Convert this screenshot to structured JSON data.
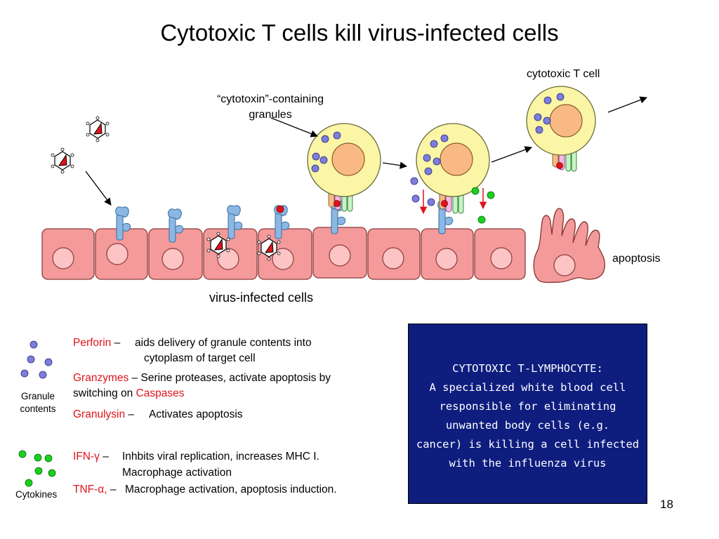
{
  "title": "Cytotoxic T cells kill virus-infected cells",
  "labels": {
    "cytotoxic_t_cell": "cytotoxic T cell",
    "granules_line1": "“cytotoxin”-containing",
    "granules_line2": "granules",
    "apoptosis": "apoptosis",
    "virus_infected_cells": "virus-infected cells",
    "granule_contents_line1": "Granule",
    "granule_contents_line2": "contents",
    "cytokines": "Cytokines"
  },
  "definitions": {
    "perforin": {
      "term": "Perforin",
      "sep": " –",
      "line1": "aids delivery of granule contents into",
      "line2": "cytoplasm of target cell"
    },
    "granzymes": {
      "term": "Granzymes",
      "line1": " – Serine proteases, activate apoptosis by",
      "line2_prefix": "switching on ",
      "line2_term": "Caspases"
    },
    "granulysin": {
      "term": "Granulysin",
      "sep": " –",
      "text": "Activates apoptosis"
    },
    "ifn": {
      "term": "IFN-γ",
      "sep": " –",
      "line1": "Inhbits viral replication, increases MHC I.",
      "line2": "Macrophage activation"
    },
    "tnf": {
      "term": "TNF-α,",
      "sep": " –",
      "text": "Macrophage activation, apoptosis induction."
    }
  },
  "info_box": {
    "lines": [
      "CYTOTOXIC T-LYMPHOCYTE:",
      "A specialized white blood cell",
      "responsible for eliminating",
      "unwanted body cells (e.g.",
      "cancer) is killing a cell infected",
      "with the influenza virus"
    ]
  },
  "page_number": "18",
  "colors": {
    "title": "#000000",
    "term_red": "#e0131a",
    "epithelial_cell": "#f59a9a",
    "cell_nucleus": "#fcc4c4",
    "t_cell_body": "#fbf6a6",
    "t_cell_nucleus": "#f9b985",
    "granule_blue": "#7d7ddd",
    "cytokine_green": "#19d11e",
    "receptor_blue": "#8ab7e4",
    "info_box_bg": "#0e1d7e"
  }
}
